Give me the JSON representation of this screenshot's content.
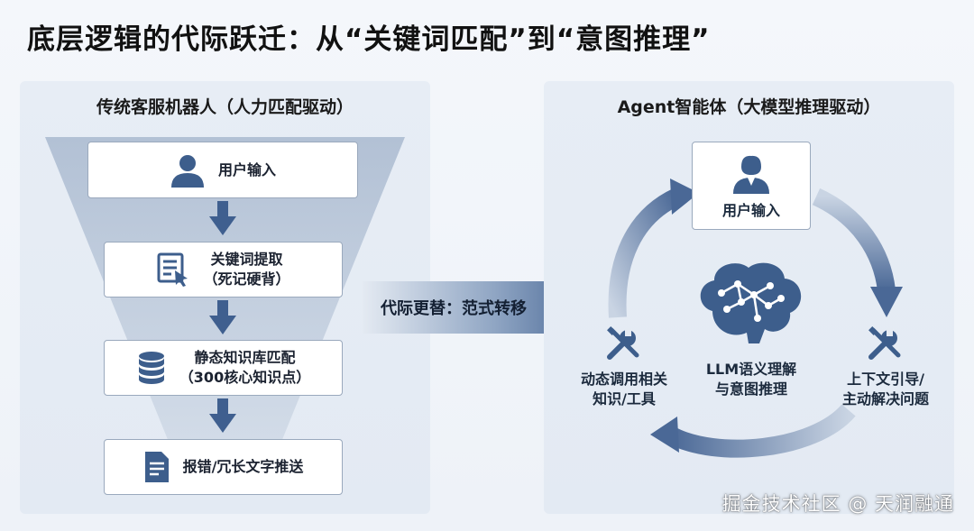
{
  "title": "底层逻辑的代际跃迁：从“关键词匹配”到“意图推理”",
  "left": {
    "heading": "传统客服机器人（人力匹配驱动）",
    "steps": [
      {
        "label": "用户输入",
        "icon": "user-icon"
      },
      {
        "label": "关键词提取\n（死记硬背）",
        "icon": "document-cursor-icon"
      },
      {
        "label": "静态知识库匹配\n（300核心知识点）",
        "icon": "database-icon"
      },
      {
        "label": "报错/冗长文字推送",
        "icon": "document-icon"
      }
    ]
  },
  "transition": {
    "label": "代际更替：范式转移"
  },
  "right": {
    "heading": "Agent智能体（大模型推理驱动）",
    "user_input": "用户输入",
    "center": "LLM语义理解\n与意图推理",
    "left_node": "动态调用相关\n知识/工具",
    "right_node": "上下文引导/\n主动解决问题",
    "icons": [
      "user-icon",
      "brain-network-icon",
      "tools-icon"
    ]
  },
  "watermark": "掘金技术社区 @ 天润融通",
  "colors": {
    "accent": "#3f5f8f",
    "icon": "#3d5e8c",
    "panel": "#e5ebf3"
  }
}
